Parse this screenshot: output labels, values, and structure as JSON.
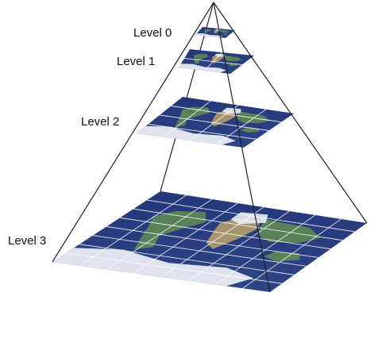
{
  "levels": [
    {
      "label": "Level 0",
      "grid": 1
    },
    {
      "label": "Level 1",
      "grid": 2
    },
    {
      "label": "Level 2",
      "grid": 4
    },
    {
      "label": "Level 3",
      "grid": 8
    }
  ],
  "colors": {
    "ocean": "#2a3f7a",
    "ocean_deep": "#1f3168",
    "land": "#5f8a55",
    "land_dry": "#b39d6a",
    "ice": "#e8ecf2",
    "grid": "#ffffff",
    "edge": "#222222",
    "background": "#ffffff"
  }
}
